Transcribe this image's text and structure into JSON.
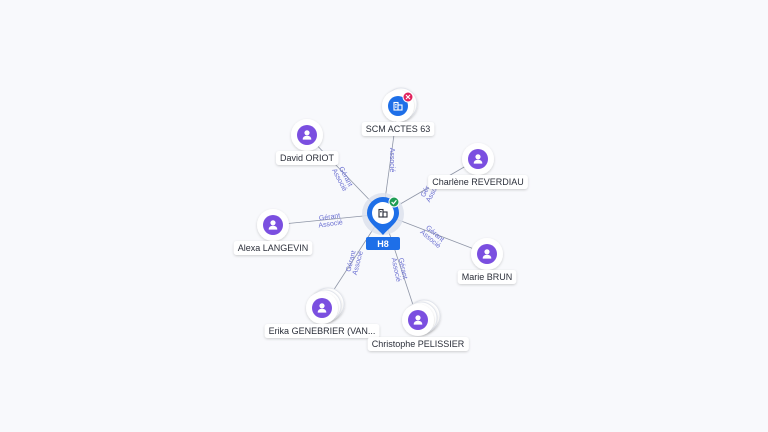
{
  "center": {
    "label": "H8",
    "status": "active"
  },
  "nodes": [
    {
      "id": "scm",
      "label": "SCM ACTES 63",
      "kind": "company",
      "status": "closed",
      "edges": [
        "Associé"
      ]
    },
    {
      "id": "oriot",
      "label": "David ORIOT",
      "kind": "person",
      "edges": [
        "Gérant",
        "Associé"
      ]
    },
    {
      "id": "reverdiau",
      "label": "Charlène REVERDIAU",
      "kind": "person",
      "edges": [
        "Gér",
        "Asso"
      ]
    },
    {
      "id": "langevin",
      "label": "Alexa LANGEVIN",
      "kind": "person",
      "edges": [
        "Gérant",
        "Associé"
      ]
    },
    {
      "id": "brun",
      "label": "Marie BRUN",
      "kind": "person",
      "edges": [
        "Gérant",
        "Associé"
      ]
    },
    {
      "id": "genebrier",
      "label": "Erika GENEBRIER (VAN...",
      "kind": "person",
      "edges": [
        "Gérant",
        "Associé"
      ]
    },
    {
      "id": "pelissier",
      "label": "Christophe PELISSIER",
      "kind": "person",
      "edges": [
        "Gérant",
        "Associé"
      ]
    }
  ],
  "colors": {
    "person": "#7b4fe0",
    "company": "#1e6fe8",
    "center": "#1e6fe8",
    "edge": "#8e95a6",
    "edge_label": "#6a6fd1",
    "ok": "#1f9d55",
    "closed": "#e0245e"
  },
  "icons": {
    "person": "user-icon",
    "company": "building-icon",
    "ok": "check-icon",
    "closed": "close-icon"
  }
}
